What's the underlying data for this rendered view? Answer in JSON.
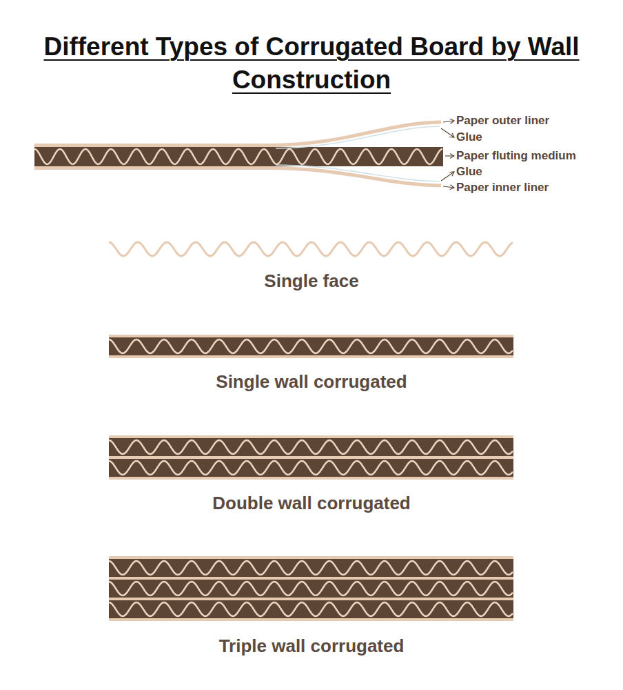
{
  "diagram": {
    "title": "Different Types of Corrugated Board by Wall Construction",
    "labels": [
      "Paper outer liner",
      "Glue",
      "Paper fluting medium",
      "Glue",
      "Paper inner liner",
      "Single face",
      "Single wall corrugated",
      "Double wall corrugated",
      "Triple wall corrugated"
    ]
  }
}
